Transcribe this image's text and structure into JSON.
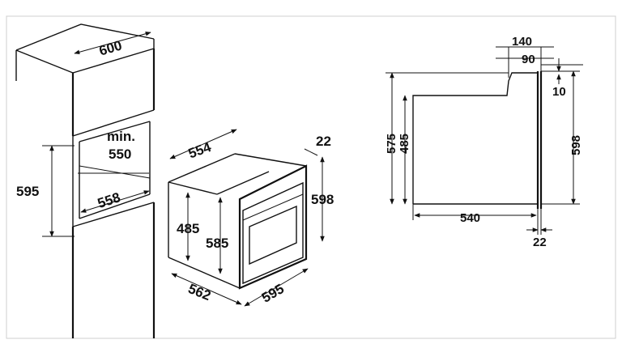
{
  "left_view": {
    "niche_width": "600",
    "min_label": "min.",
    "min_height": "550",
    "niche_height": "595",
    "niche_depth": "558"
  },
  "oven_view": {
    "depth_top": "554",
    "door_thickness": "22",
    "total_height": "598",
    "body_height": "485",
    "front_height": "585",
    "body_depth": "562",
    "front_width": "595"
  },
  "side_view": {
    "top_140": "140",
    "top_90": "90",
    "gap_10": "10",
    "height_575": "575",
    "height_485": "485",
    "height_598": "598",
    "depth_540": "540",
    "door_22": "22"
  }
}
